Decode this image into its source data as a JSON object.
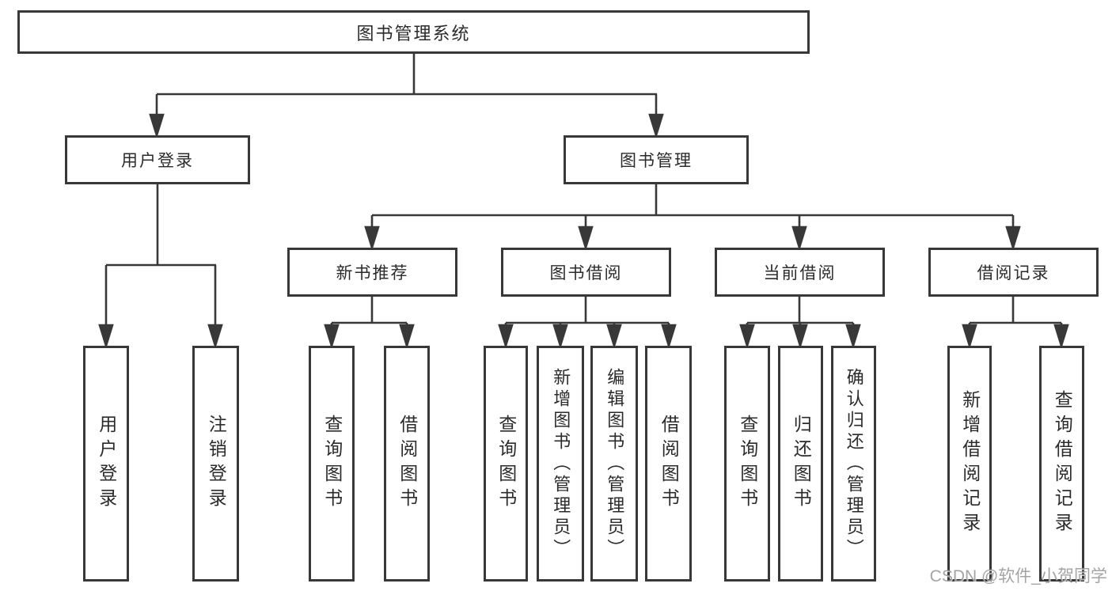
{
  "diagram": {
    "title": "图书管理系统",
    "nodes": {
      "user_login": "用户登录",
      "book_management": "图书管理",
      "new_book_recommend": "新书推荐",
      "book_borrowing": "图书借阅",
      "current_borrowing": "当前借阅",
      "borrowing_records": "借阅记录",
      "leaf_user_login": "用户登录",
      "leaf_logout": "注销登录",
      "leaf_nb_query_books": "查询图书",
      "leaf_nb_borrow_books": "借阅图书",
      "leaf_bb_query_books": "查询图书",
      "leaf_bb_add_books": "新增图书（管理员）",
      "leaf_bb_edit_books": "编辑图书（管理员）",
      "leaf_bb_borrow_books": "借阅图书",
      "leaf_cb_query_books": "查询图书",
      "leaf_cb_return_books": "归还图书",
      "leaf_cb_confirm_return": "确认归还（管理员）",
      "leaf_br_add_record": "新增借阅记录",
      "leaf_br_query_record": "查询借阅记录"
    },
    "colors": {
      "line": "#383838",
      "text": "#2b2b2b",
      "watermark": "#949494"
    },
    "watermark": "CSDN @软件_小贺同学"
  }
}
